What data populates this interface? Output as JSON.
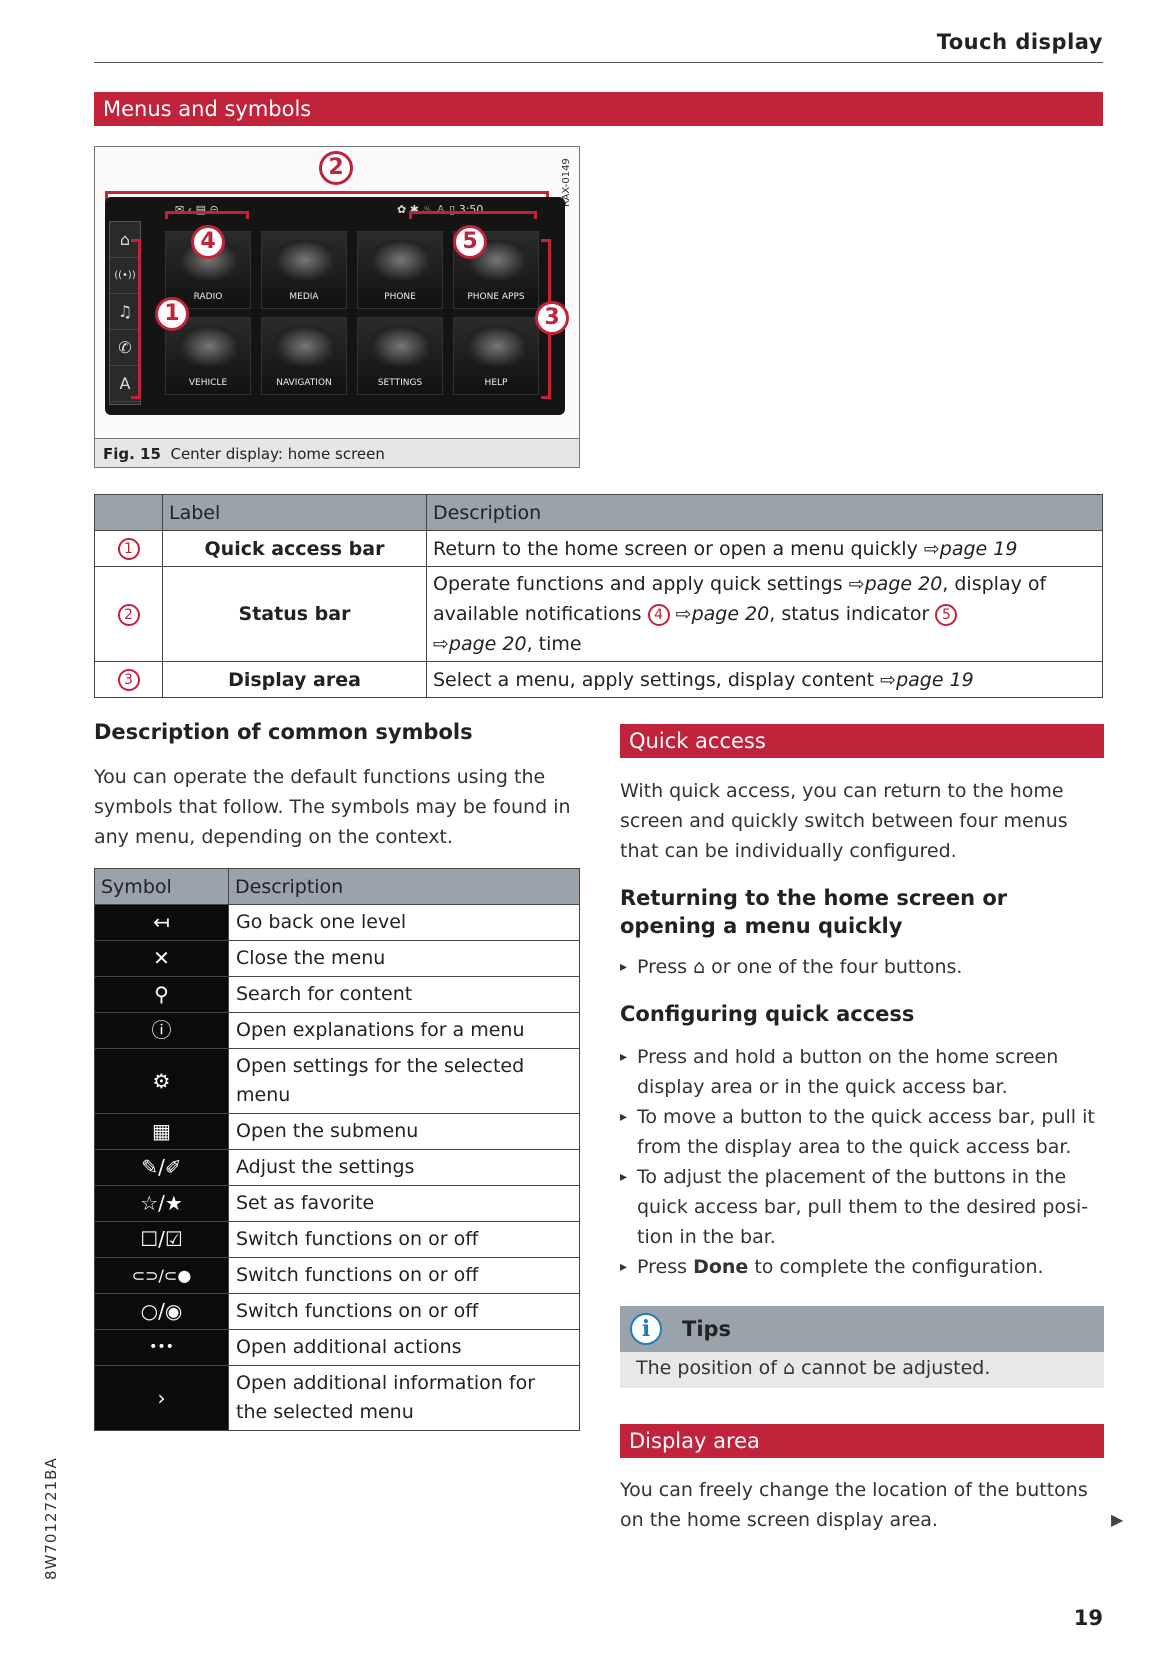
{
  "header": {
    "title": "Touch display"
  },
  "sections": {
    "menus": "Menus and symbols",
    "quick_access": "Quick access",
    "display_area": "Display area"
  },
  "figure": {
    "rax_code": "RAX-0149",
    "caption_label": "Fig. 15",
    "caption_text": "Center display: home screen",
    "status_left": "✉ ‹ ▤ ⊝",
    "status_right": "✿ ✱ ♨ ♙ ▯ 3:50",
    "quick_bar_icons": [
      "⌂",
      "((•))",
      "♫",
      "✆",
      "A"
    ],
    "tiles": [
      "RADIO",
      "MEDIA",
      "PHONE",
      "PHONE APPS",
      "VEHICLE",
      "NAVIGATION",
      "SETTINGS",
      "HELP"
    ],
    "callouts": [
      "1",
      "2",
      "3",
      "4",
      "5"
    ]
  },
  "label_table": {
    "headers": [
      "",
      "Label",
      "Description"
    ],
    "rows": [
      {
        "num": "1",
        "label": "Quick access bar",
        "desc": "Return to the home screen or open a menu quickly",
        "ref": "page 19"
      },
      {
        "num": "2",
        "label": "Status bar",
        "desc_a": "Operate functions and apply quick settings",
        "ref_a": "page 20",
        "desc_b": ", display of available notifications",
        "circ_b": "4",
        "ref_b": "page 20",
        "desc_c": ", status indicator",
        "circ_c": "5",
        "ref_c": "page 20",
        "desc_d": ", time"
      },
      {
        "num": "3",
        "label": "Display area",
        "desc": "Select a menu, apply settings, display content",
        "ref": "page 19"
      }
    ]
  },
  "common_symbols": {
    "heading": "Description of common symbols",
    "intro": "You can operate the default functions using the symbols that follow. The symbols may be found in any menu, depending on the context.",
    "headers": [
      "Symbol",
      "Description"
    ],
    "rows": [
      {
        "symbol": "↤",
        "icon": "back-icon",
        "desc": "Go back one level"
      },
      {
        "symbol": "✕",
        "icon": "close-icon",
        "desc": "Close the menu"
      },
      {
        "symbol": "⚲",
        "icon": "search-icon",
        "desc": "Search for content"
      },
      {
        "symbol": "ⓘ",
        "icon": "info-icon",
        "desc": "Open explanations for a menu"
      },
      {
        "symbol": "⚙",
        "icon": "gear-icon",
        "desc": "Open settings for the selected menu"
      },
      {
        "symbol": "▦",
        "icon": "submenu-icon",
        "desc": "Open the submenu"
      },
      {
        "symbol": "✎/✐",
        "icon": "edit-icon",
        "desc": "Adjust the settings"
      },
      {
        "symbol": "☆/★",
        "icon": "star-icon",
        "desc": "Set as favorite"
      },
      {
        "symbol": "☐/☑",
        "icon": "checkbox-icon",
        "desc": "Switch functions on or off"
      },
      {
        "symbol": "⊂⊃/⊂●",
        "icon": "toggle-icon",
        "desc": "Switch functions on or off"
      },
      {
        "symbol": "○/◉",
        "icon": "radio-icon",
        "desc": "Switch functions on or off"
      },
      {
        "symbol": "•••",
        "icon": "more-icon",
        "desc": "Open additional actions"
      },
      {
        "symbol": "›",
        "icon": "chevron-right-icon",
        "desc": "Open additional information for the selected menu"
      }
    ]
  },
  "quick_access": {
    "intro": "With quick access, you can return to the home screen and quickly switch between four menus that can be individually configured.",
    "returning_heading": "Returning to the home screen or opening a menu quickly",
    "returning_a": "Press",
    "returning_b": "or one of the four buttons.",
    "config_heading": "Configuring quick access",
    "config_steps": [
      "Press and hold a button on the home screen display area or in the quick access bar.",
      "To move a button to the quick access bar, pull it from the display area to the quick access bar.",
      "To adjust the placement of the buttons in the quick access bar, pull them to the desired posi-tion in the bar."
    ],
    "last_a": "Press",
    "last_b": "Done",
    "last_c": "to complete the configuration."
  },
  "tips": {
    "heading": "Tips",
    "text_a": "The position of",
    "text_b": "cannot be adjusted."
  },
  "display_area": {
    "text": "You can freely change the location of the buttons on the home screen display area."
  },
  "footer": {
    "side_code": "8W7012721BA",
    "page": "19"
  },
  "colors": {
    "accent": "#c0233a",
    "table_header": "#9aa3ab",
    "info": "#1e7fb3"
  }
}
